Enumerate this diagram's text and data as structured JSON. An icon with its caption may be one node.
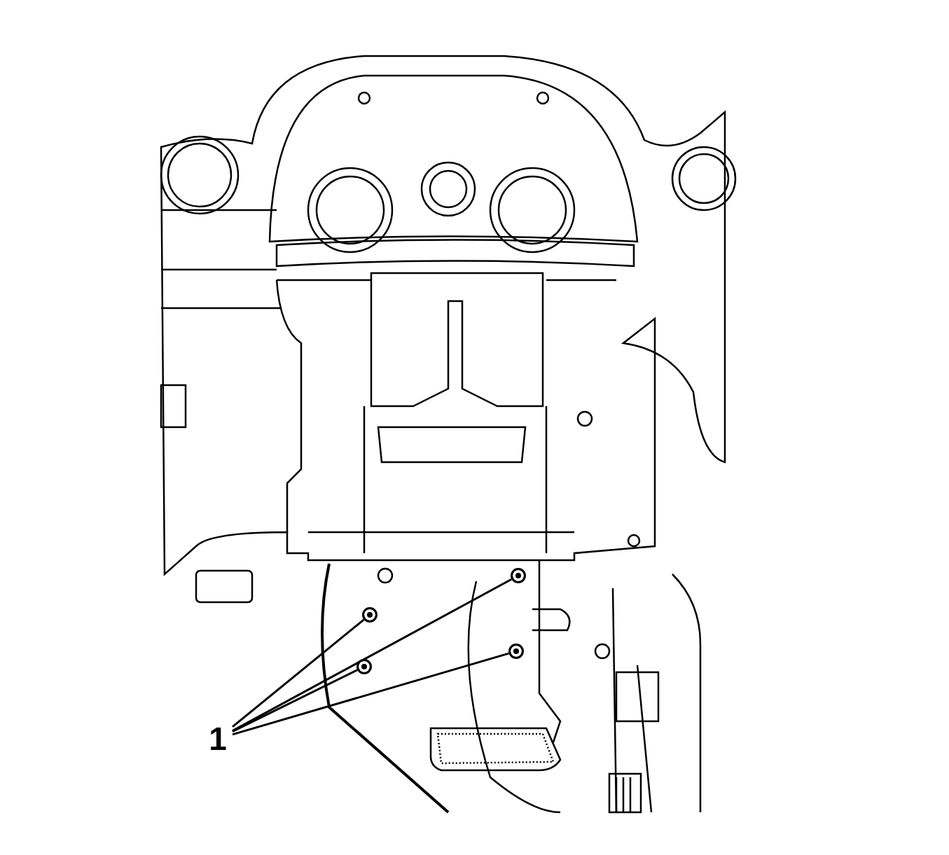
{
  "diagram": {
    "nodes": [
      {
        "text": [
          "1"
        ]
      },
      {
        "text": [],
        "shape": "circle"
      },
      {
        "text": [],
        "shape": "circle"
      },
      {
        "text": [],
        "shape": "circle"
      },
      {
        "text": [],
        "shape": "circle"
      }
    ],
    "edges": [
      {
        "from": 0,
        "to": 1,
        "arrow": "none"
      },
      {
        "from": 0,
        "to": 2,
        "arrow": "none"
      },
      {
        "from": 0,
        "to": 3,
        "arrow": "none"
      },
      {
        "from": 0,
        "to": 4,
        "arrow": "none"
      }
    ]
  }
}
